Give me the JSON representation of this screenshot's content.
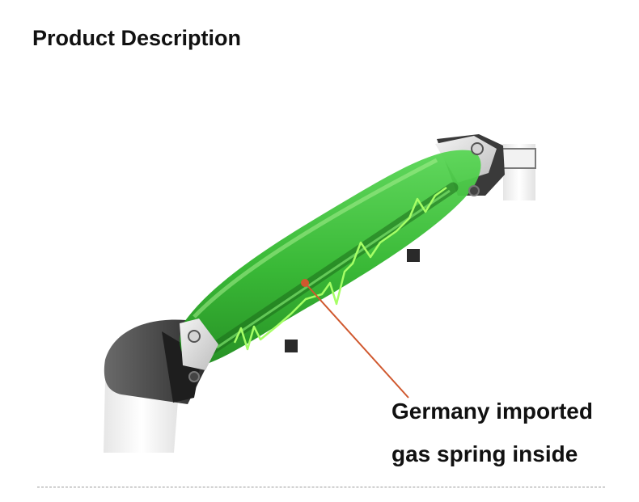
{
  "title": "Product Description",
  "caption": {
    "line1": "Germany imported",
    "line2": "gas spring inside"
  },
  "colors": {
    "housing": "#3cc13a",
    "pulse": "#9cff5a",
    "callout": "#d0582e",
    "frame": "#3a3a3a",
    "divider": "#9a9a9a"
  }
}
